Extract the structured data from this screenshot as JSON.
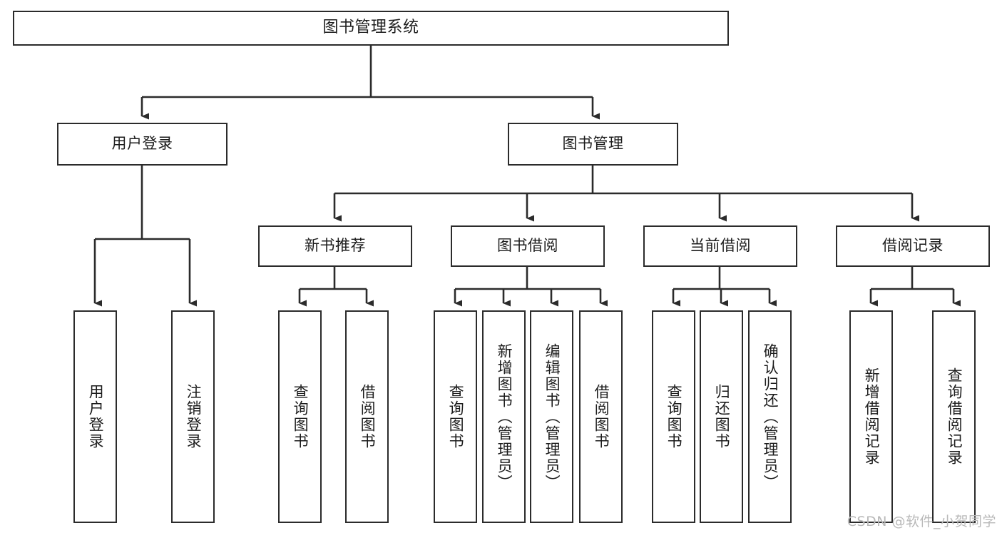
{
  "diagram": {
    "title": "图书管理系统",
    "type": "tree-hierarchy",
    "watermark": "CSDN @软件_小贺同学",
    "colors": {
      "stroke": "#2b2b2b",
      "fill": "#ffffff",
      "text": "#1c1c1c",
      "watermark": "#b9b9b9"
    },
    "nodes": {
      "root": {
        "label": "图书管理系统"
      },
      "level1": [
        {
          "id": "user-login",
          "label": "用户登录"
        },
        {
          "id": "book-management",
          "label": "图书管理"
        }
      ],
      "level2": [
        {
          "id": "new-book-recommend",
          "label": "新书推荐"
        },
        {
          "id": "book-borrow",
          "label": "图书借阅"
        },
        {
          "id": "current-borrow",
          "label": "当前借阅"
        },
        {
          "id": "borrow-record",
          "label": "借阅记录"
        }
      ],
      "leaves": {
        "user-login": [
          {
            "id": "leaf-user-login",
            "label": "用户登录"
          },
          {
            "id": "leaf-logout-login",
            "label": "注销登录"
          }
        ],
        "new-book-recommend": [
          {
            "id": "leaf-query-book-1",
            "label": "查询图书"
          },
          {
            "id": "leaf-borrow-book-1",
            "label": "借阅图书"
          }
        ],
        "book-borrow": [
          {
            "id": "leaf-query-book-2",
            "label": "查询图书"
          },
          {
            "id": "leaf-add-book-admin",
            "label": "新增图书（管理员）"
          },
          {
            "id": "leaf-edit-book-admin",
            "label": "编辑图书（管理员）"
          },
          {
            "id": "leaf-borrow-book-2",
            "label": "借阅图书"
          }
        ],
        "current-borrow": [
          {
            "id": "leaf-query-book-3",
            "label": "查询图书"
          },
          {
            "id": "leaf-return-book",
            "label": "归还图书"
          },
          {
            "id": "leaf-confirm-return-admin",
            "label": "确认归还（管理员）"
          }
        ],
        "borrow-record": [
          {
            "id": "leaf-add-borrow-record",
            "label": "新增借阅记录"
          },
          {
            "id": "leaf-query-borrow-record",
            "label": "查询借阅记录"
          }
        ]
      }
    }
  }
}
